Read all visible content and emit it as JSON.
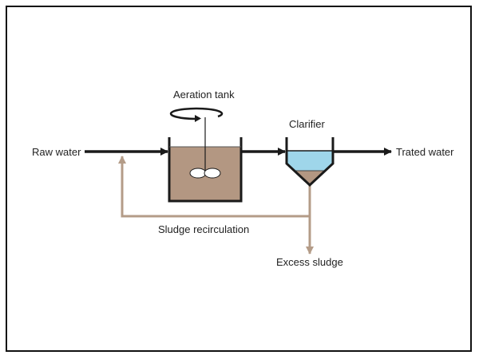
{
  "labels": {
    "raw_water": "Raw water",
    "aeration_tank": "Aeration tank",
    "clarifier": "Clarifier",
    "treated_water": "Trated water",
    "sludge_recirculation": "Sludge recirculation",
    "excess_sludge": "Excess sludge"
  },
  "colors": {
    "flow_line": "#1a1a1a",
    "sludge_line": "#b49c88",
    "sludge_fill": "#b39782",
    "water_fill": "#9fd6ea"
  }
}
